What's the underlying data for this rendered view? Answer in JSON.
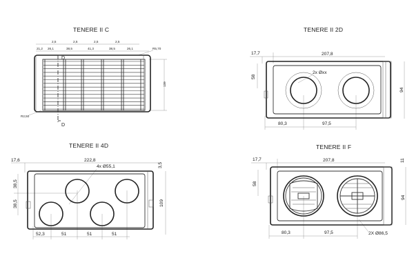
{
  "views": [
    {
      "title": "TENERE II C",
      "dims": {
        "top": [
          "2,5",
          "2,5",
          "2,5",
          "2,5"
        ],
        "row2": [
          "21,2",
          "26,1",
          "38,5",
          "41,3",
          "38,5",
          "26,1"
        ],
        "radius_top": "R5,70",
        "radius_bottom": "R2,50",
        "height": "139",
        "section": [
          "D",
          "D"
        ]
      }
    },
    {
      "title": "TENERE II 2D",
      "dims": {
        "side": "17,7",
        "width": "207,8",
        "height": "58",
        "right": "94",
        "holes": "2x Øxx",
        "bottom_left": "80,3",
        "bottom_right": "97,5"
      }
    },
    {
      "title": "TENERE II 4D",
      "dims": {
        "side": "17,6",
        "width": "222,8",
        "right_small": "3,5",
        "holes": "4x Ø55,1",
        "left_top": "38,5",
        "left_bottom": "38,5",
        "height": "109",
        "bottom": [
          "52,3",
          "51",
          "51",
          "51"
        ]
      }
    },
    {
      "title": "TENERE II F",
      "dims": {
        "side": "17,7",
        "width": "207,8",
        "right_small": "11",
        "height": "58",
        "right": "94",
        "bottom_left": "80,3",
        "bottom_right": "97,5",
        "holes": "2X Ø86,5"
      }
    }
  ],
  "colors": {
    "ink": "#222222",
    "background": "#ffffff"
  }
}
